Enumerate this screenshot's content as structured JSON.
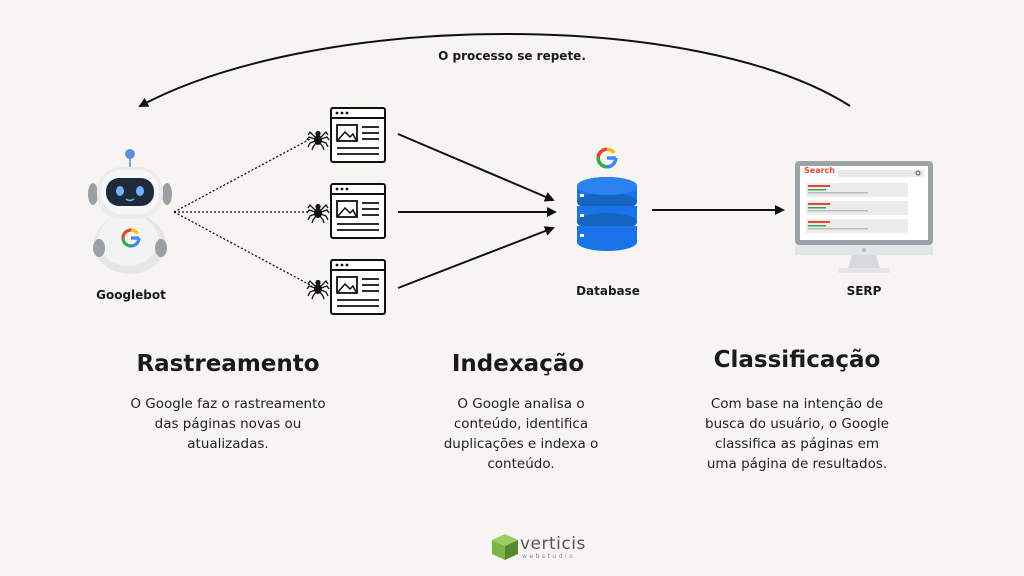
{
  "loop_label": "O processo se repete.",
  "nodes": {
    "googlebot": "Googlebot",
    "database": "Database",
    "serp": "SERP"
  },
  "stages": [
    {
      "title": "Rastreamento",
      "description": "O Google faz o rastreamento\ndas páginas novas ou\natualizadas."
    },
    {
      "title": "Indexação",
      "description": "O Google analisa o\nconteúdo, identifica\nduplicações e indexa o\nconteúdo."
    },
    {
      "title": "Classificação",
      "description": "Com base na intenção de\nbusca do usuário, o Google\nclassifica as páginas em\numa página de resultados."
    }
  ],
  "serp_search_label": "Search",
  "brand": {
    "name": "verticis",
    "sub": "webstudio"
  },
  "colors": {
    "google_blue": "#4285F4",
    "google_red": "#EA4335",
    "google_yellow": "#FBBC05",
    "google_green": "#34A853",
    "database_blue": "#1a73e8",
    "brand_green": "#7cb342"
  }
}
